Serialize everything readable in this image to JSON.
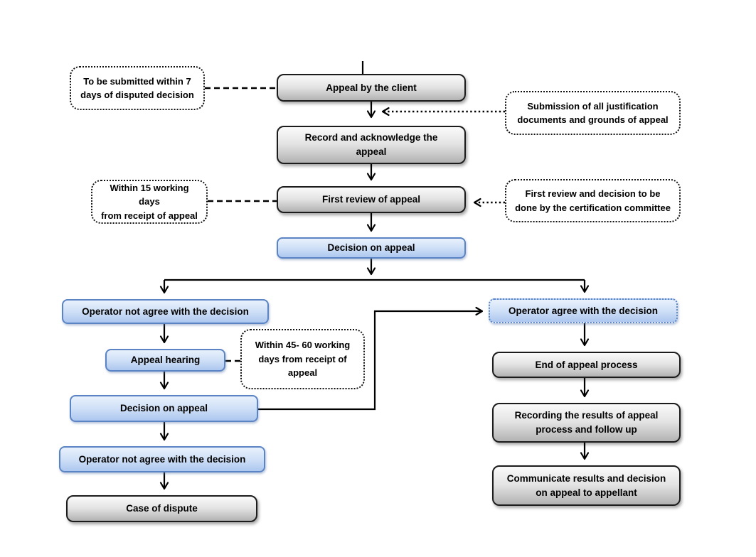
{
  "nodes": {
    "appeal_client": {
      "label": "Appeal by the client",
      "style": "gray"
    },
    "record_appeal": {
      "label": "Record and acknowledge the\nappeal",
      "style": "gray"
    },
    "first_review": {
      "label": "First review of appeal",
      "style": "gray"
    },
    "decision_1": {
      "label": "Decision on appeal",
      "style": "blue"
    },
    "op_not_agree_1": {
      "label": "Operator not agree with the decision",
      "style": "blue"
    },
    "appeal_hearing": {
      "label": "Appeal hearing",
      "style": "blue"
    },
    "decision_2": {
      "label": "Decision on appeal",
      "style": "blue"
    },
    "op_not_agree_2": {
      "label": "Operator not agree with the decision",
      "style": "blue"
    },
    "case_of_dispute": {
      "label": "Case of dispute",
      "style": "gray"
    },
    "op_agree": {
      "label": "Operator agree with the decision",
      "style": "blue-dotted"
    },
    "end_process": {
      "label": "End of appeal process",
      "style": "gray"
    },
    "recording_results": {
      "label": "Recording the results of appeal\nprocess and follow up",
      "style": "gray"
    },
    "communicate_results": {
      "label": "Communicate results and decision\non appeal to appellant",
      "style": "gray"
    }
  },
  "notes": {
    "submit_7_days": {
      "label": "To be submitted within 7\ndays of disputed decision"
    },
    "submission_docs": {
      "label": "Submission of all justification\ndocuments and grounds of appeal"
    },
    "within_15_days": {
      "label": "Within 15 working days\nfrom receipt of appeal"
    },
    "committee_review": {
      "label": "First review and decision to be\ndone by the certification committee"
    },
    "within_45_60_days": {
      "label": "Within 45- 60 working\ndays from receipt of\nappeal"
    }
  },
  "colors": {
    "gray_box_top": "#fafafa",
    "gray_box_mid": "#e3e3e3",
    "gray_box_bottom": "#b2b2b2",
    "gray_box_border": "#1c1c1c",
    "blue_box_top": "#e9f1fc",
    "blue_box_mid": "#cfe0f7",
    "blue_box_bottom": "#adc7ef",
    "blue_box_border": "#5b84c4",
    "note_border": "#111111",
    "note_background": "#ffffff",
    "connector": "#000000",
    "canvas_background": "#ffffff"
  }
}
